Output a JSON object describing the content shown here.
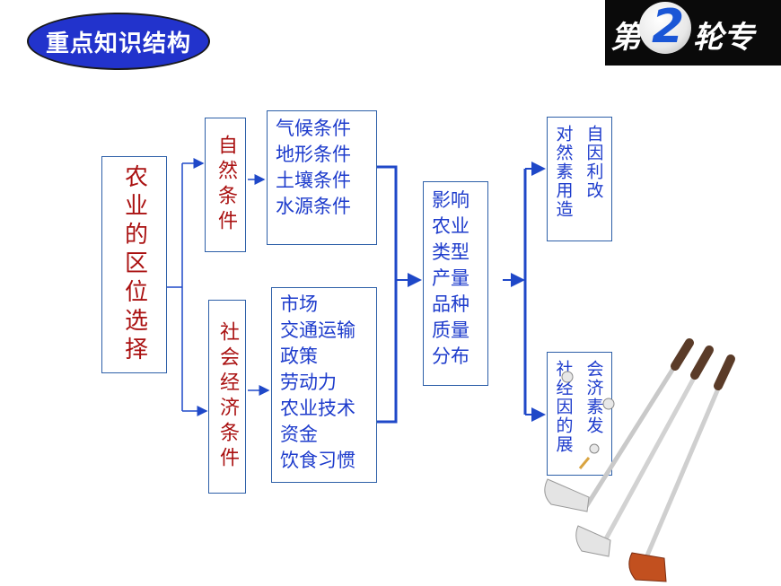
{
  "header": {
    "badge_title": "重点知识结构",
    "logo_text": [
      "第",
      "2",
      "轮专题"
    ]
  },
  "diagram": {
    "root": "农业的区位选择",
    "natural_label": "自然条件",
    "natural_items": [
      "气候条件",
      "地形条件",
      "土壤条件",
      "水源条件"
    ],
    "social_label": "社会经济条件",
    "social_items": [
      "市场",
      "交通运输",
      "政策",
      "劳动力",
      "农业技术",
      "资金",
      "饮食习惯"
    ],
    "impact_items": [
      "影响",
      "农业",
      "类型",
      "产量",
      "品种",
      "质量",
      "分布"
    ],
    "result_top_cols": [
      "自因利改",
      "对然素用造"
    ],
    "result_bottom_cols": [
      "会济素发",
      "社经因的展"
    ]
  },
  "colors": {
    "badge": "#2233cc",
    "red_text": "#aa1111",
    "blue_text": "#1e3ccc",
    "line": "#1f48c8",
    "box_border": "#2d5fa8"
  },
  "decor": {
    "image": "golf-clubs-illustration"
  }
}
